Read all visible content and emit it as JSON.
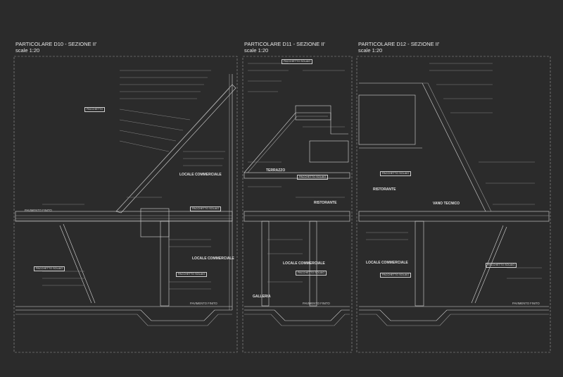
{
  "panels": [
    {
      "id": "d10",
      "title": "PARTICOLARE D10 - SEZIONE II'",
      "scale": "scale 1:20",
      "room_labels": [
        "LOCALE COMMERCIALE",
        "LOCALE COMMERCIALE"
      ],
      "tags": [
        "PACCHETTO SOLAIO",
        "PACCHETTO",
        "PACCHETTO SOLAIO",
        "PACCHETTO SOLAIO"
      ],
      "level_marks": [
        "PAVIMENTO FINITO",
        "PAVIMENTO FINITO"
      ]
    },
    {
      "id": "d11",
      "title": "PARTICOLARE D11 - SEZIONE II'",
      "scale": "scale 1:20",
      "room_labels": [
        "TERRAZZO",
        "RISTORANTE",
        "LOCALE COMMERCIALE",
        "GALLERIA"
      ],
      "tags": [
        "PACCHETTO SOLAIO",
        "PACCHETTO SOLAIO",
        "PACCHETTO SOLAIO"
      ],
      "level_marks": [
        "PAVIMENTO FINITO"
      ]
    },
    {
      "id": "d12",
      "title": "PARTICOLARE D12 - SEZIONE II'",
      "scale": "scale 1:20",
      "room_labels": [
        "RISTORANTE",
        "VANO TECNICO",
        "LOCALE COMMERCIALE"
      ],
      "tags": [
        "PACCHETTO SOLAIO",
        "PACCHETTO SOLAIO",
        "PACCHETTO SOLAIO"
      ],
      "level_marks": [
        "PAVIMENTO FINITO"
      ]
    }
  ],
  "colors": {
    "background": "#2b2b2b",
    "lines": "#d8d8d8",
    "dim_lines": "#9a9a9a"
  }
}
